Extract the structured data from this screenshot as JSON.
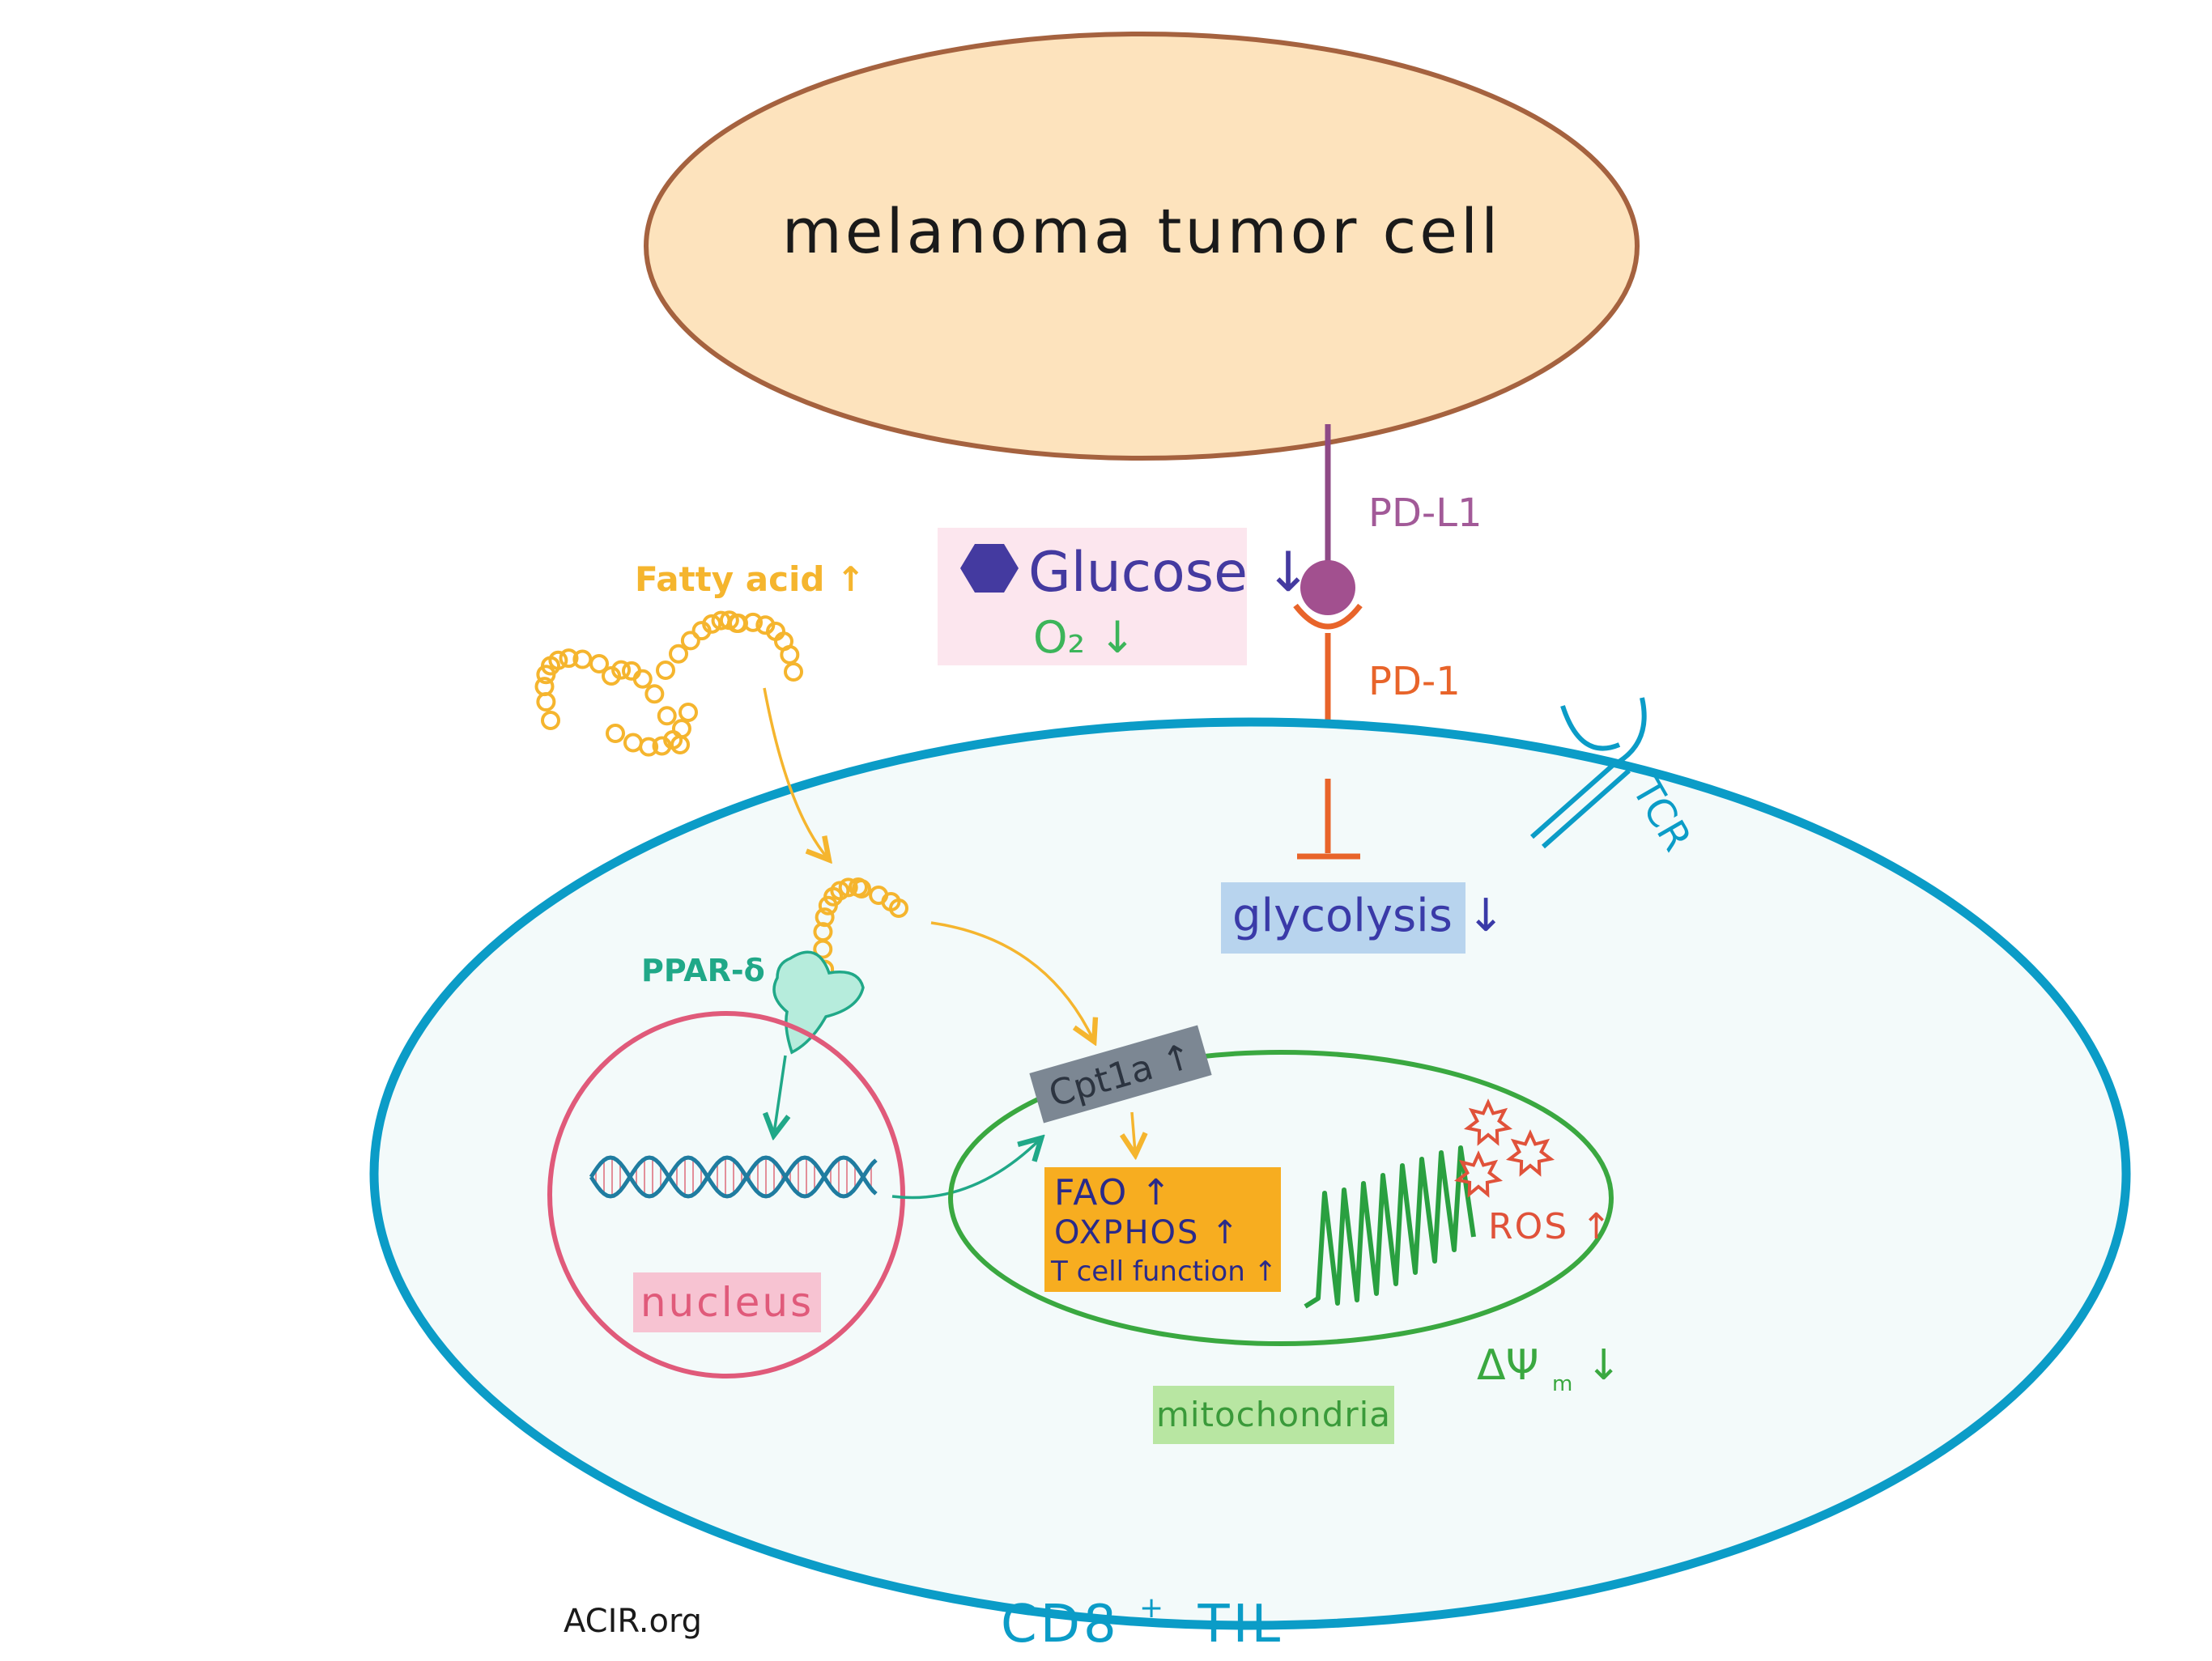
{
  "labels": {
    "tumor_cell": "melanoma tumor cell",
    "pd_l1": "PD-L1",
    "pd_1": "PD-1",
    "glucose": "Glucose",
    "oxygen": "O₂",
    "fatty_acid": "Fatty acid",
    "tcr": "TCR",
    "glycolysis": "glycolysis",
    "ppar": "PPAR-δ",
    "cpt1a": "Cpt1a",
    "fao": "FAO",
    "oxphos": "OXPHOS",
    "tcell_function": "T cell function",
    "ros": "ROS",
    "delta_psi": "ΔΨ",
    "delta_psi_sub": "m",
    "nucleus": "nucleus",
    "mitochondria": "mitochondria",
    "cell_name": "CD8",
    "cell_name_sup": "+",
    "cell_name_suffix": "TIL",
    "source": "ACIR.org"
  },
  "indicators": {
    "up": "↑",
    "down": "↓"
  },
  "colors": {
    "tumor_fill": "#fde3bd",
    "tumor_stroke": "#a5623f",
    "cell_fill": "#f3fafa",
    "cell_stroke": "#0b9cc7",
    "pd_l1": "#8e4a86",
    "pd_1": "#e8642a",
    "glucose_hex": "#443aa0",
    "glucose_box": "#fce6ee",
    "oxygen": "#3cb55a",
    "fatty_acid": "#f5b52e",
    "glycolysis_box": "#b8d4ee",
    "glycolysis_text": "#3a3aa8",
    "ppar": "#20a888",
    "ppar_fill": "#b6ecdc",
    "nucleus_stroke": "#e05a7a",
    "nucleus_label_bg": "#f7c3d2",
    "mito_stroke": "#3aa840",
    "mito_label_bg": "#b8e6a2",
    "cpt1a_box": "#7c8793",
    "fao_box": "#f7ad20",
    "fao_text": "#2a2a8a",
    "ros": "#e0523a",
    "dna": "#1f7ca0",
    "dna_rungs": "#e38f9a"
  }
}
